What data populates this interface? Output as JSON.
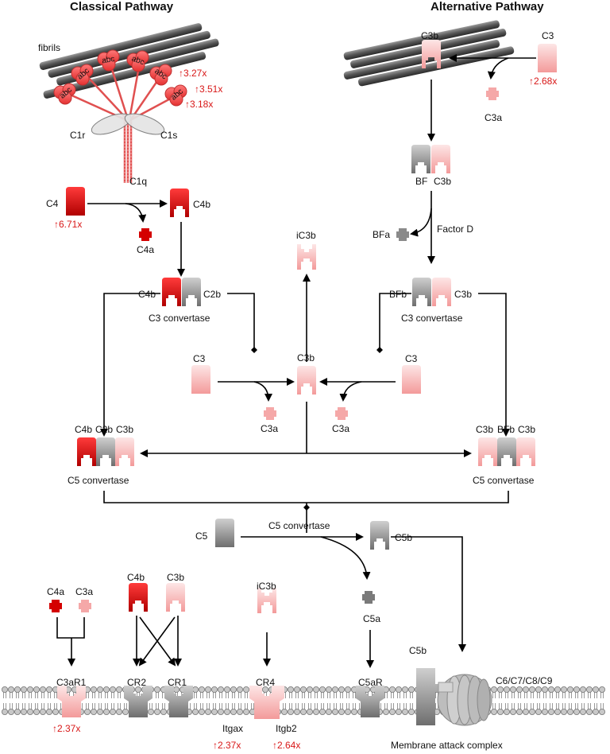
{
  "headings": {
    "classical": "Classical Pathway",
    "alternative": "Alternative Pathway"
  },
  "labels": {
    "fibrils": "fibrils",
    "abc": "abc",
    "c1r": "C1r",
    "c1s": "C1s",
    "c1q": "C1q",
    "c4": "C4",
    "c4b": "C4b",
    "c4a": "C4a",
    "c2b": "C2b",
    "c3": "C3",
    "c3b": "C3b",
    "c3a": "C3a",
    "ic3b": "iC3b",
    "bf": "BF",
    "bfa": "BFa",
    "bfb": "BFb",
    "factor_d": "Factor D",
    "c3_convertase": "C3 convertase",
    "c5_convertase": "C5 convertase",
    "c5": "C5",
    "c5b": "C5b",
    "c5a": "C5a",
    "c3ar1": "C3aR1",
    "cr2": "CR2",
    "cr1": "CR1",
    "cr4": "CR4",
    "c5ar": "C5aR",
    "c6_9": "C6/C7/C8/C9",
    "itgax": "Itgax",
    "itgb2": "Itgb2",
    "mac": "Membrane attack complex"
  },
  "fold_changes": {
    "c1q_a": "↑3.27x",
    "c1q_b": "↑3.51x",
    "c1q_c": "↑3.18x",
    "c3_alt": "↑2.68x",
    "c4": "↑6.71x",
    "c3ar1": "↑2.37x",
    "itgax": "↑2.37x",
    "itgb2": "↑2.64x"
  },
  "colors": {
    "dark_red": "#c80000",
    "red": "#e02020",
    "pink": "#f7b0b0",
    "gray": "#8a8a8a",
    "up_red": "#d81818"
  }
}
